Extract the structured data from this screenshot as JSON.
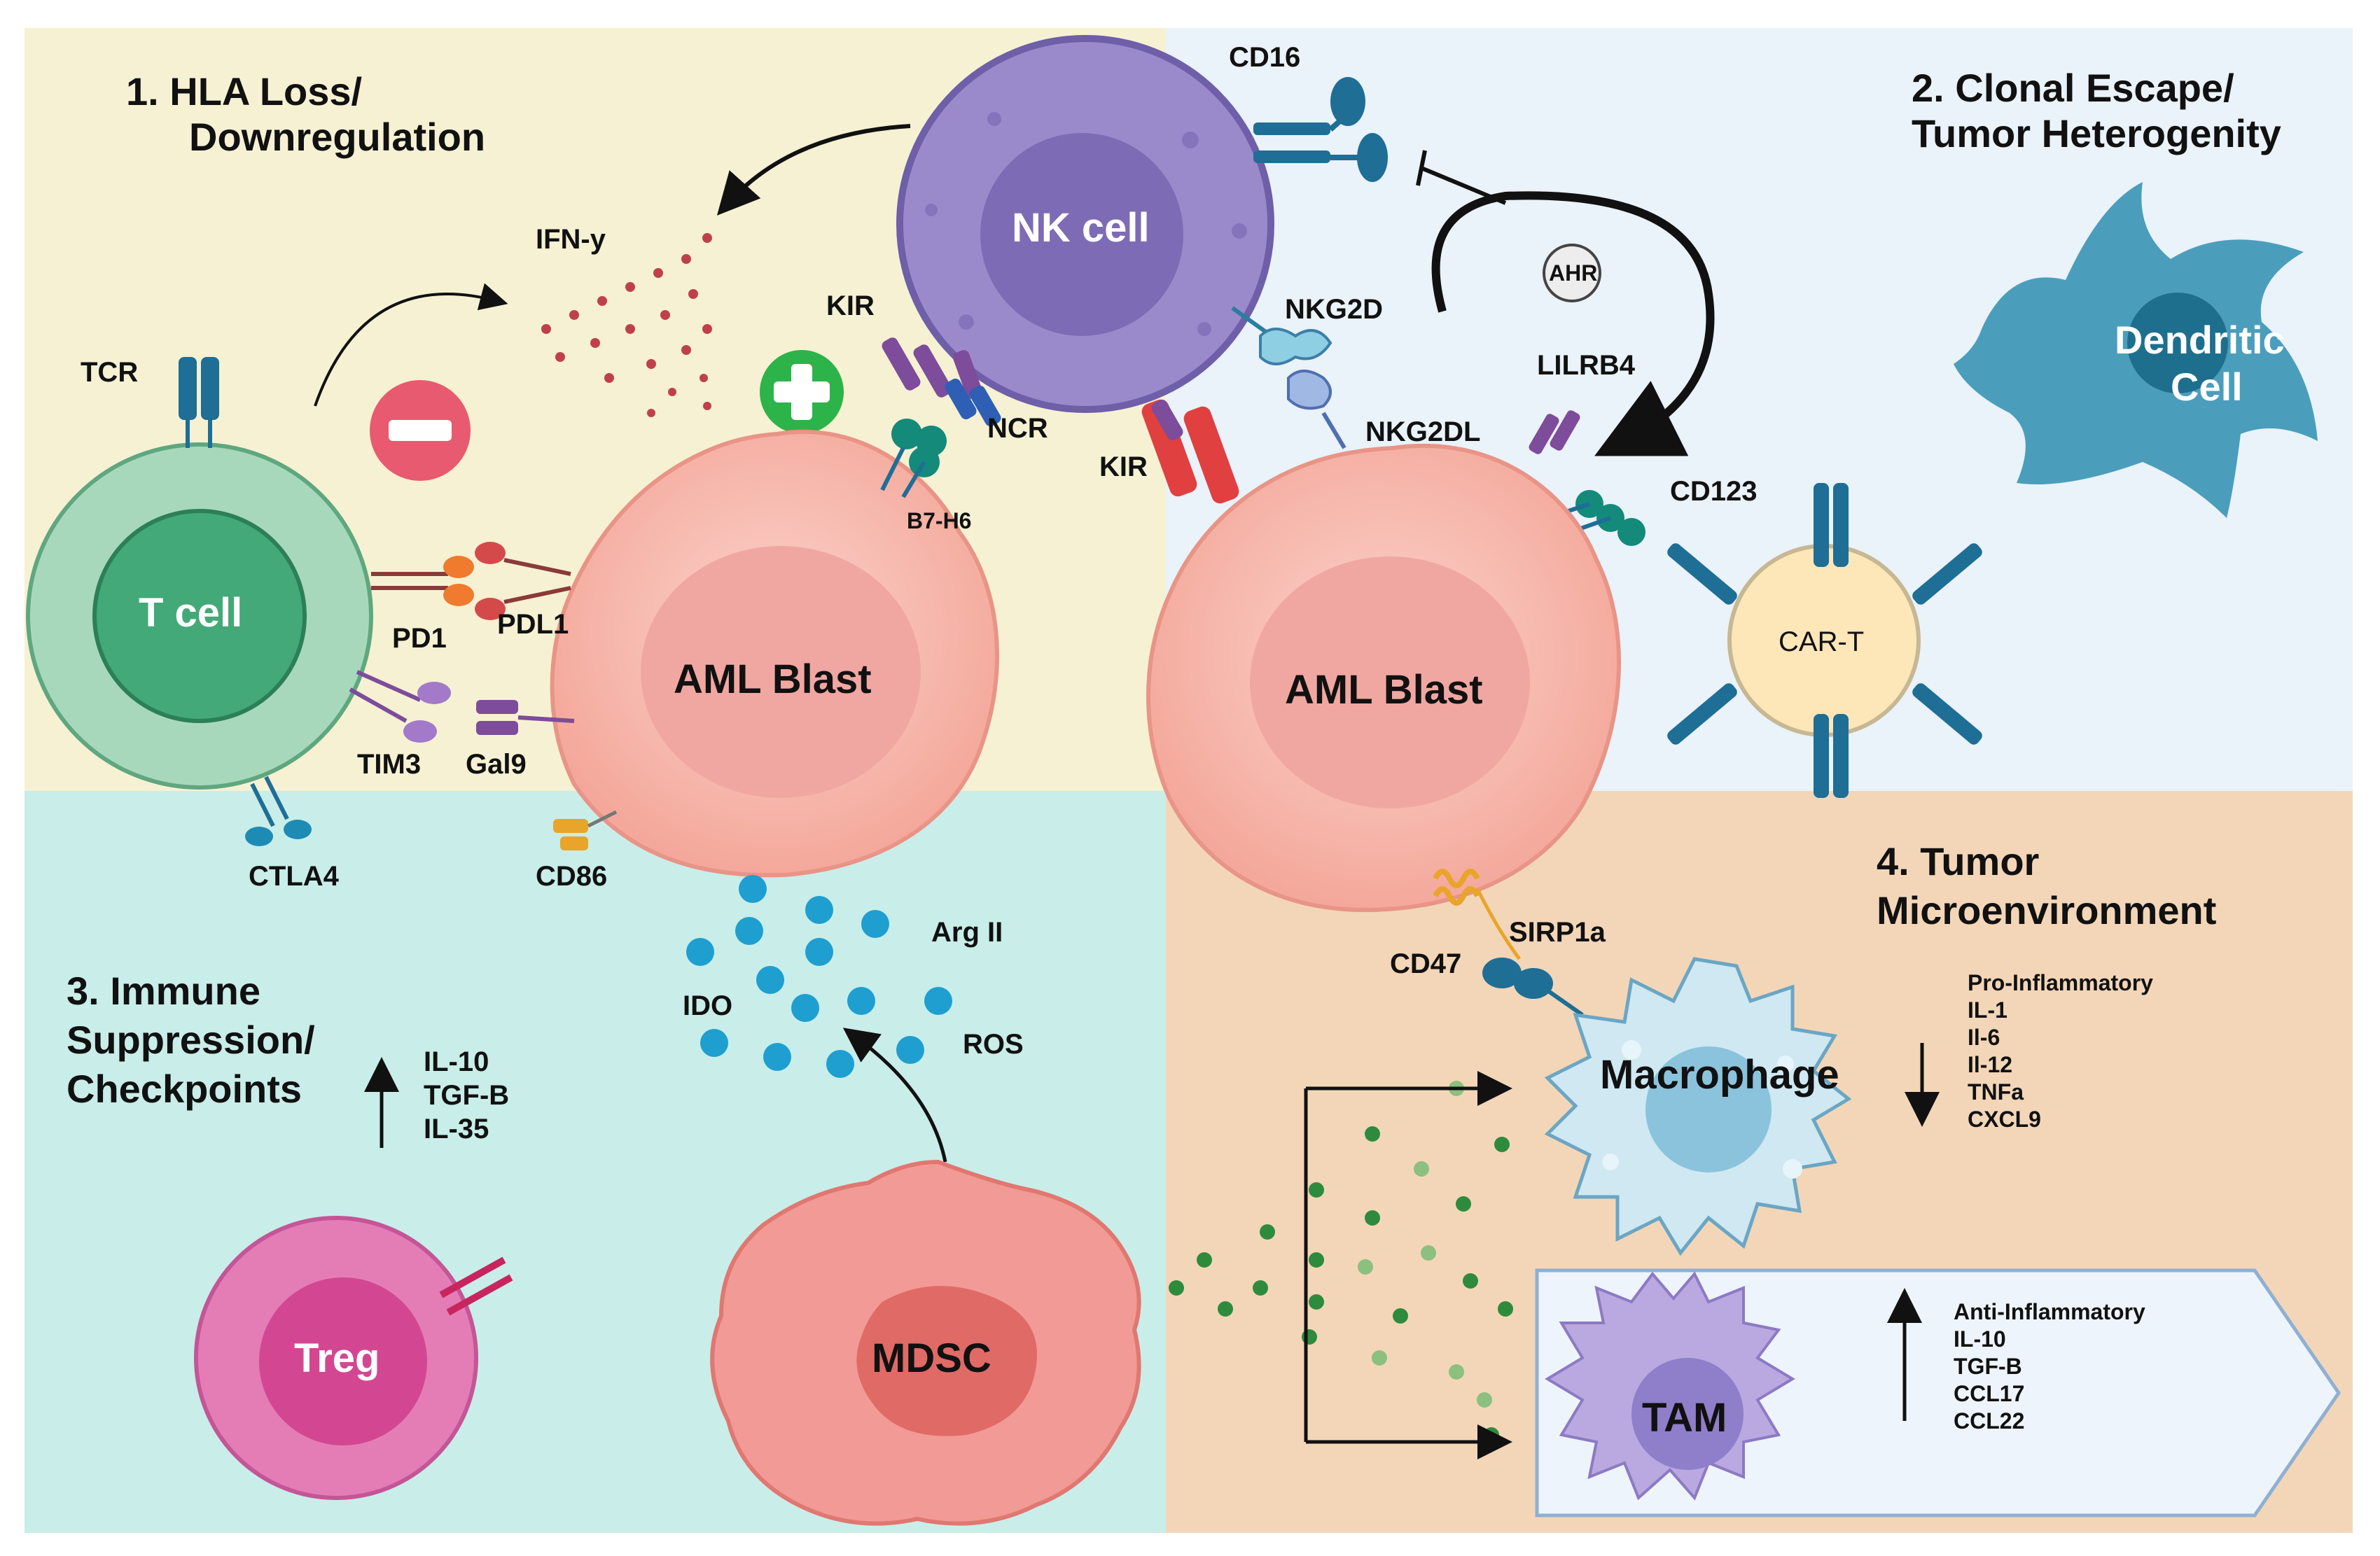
{
  "sections": {
    "s1_line1": "1.   HLA Loss/",
    "s1_line2": "Downregulation",
    "s2_line1": "2. Clonal Escape/",
    "s2_line2": "Tumor Heterogenity",
    "s3_line1": "3. Immune",
    "s3_line2": "Suppression/",
    "s3_line3": "Checkpoints",
    "s4_line1": "4. Tumor",
    "s4_line2": "Microenvironment"
  },
  "cells": {
    "nk": "NK cell",
    "tcell": "T cell",
    "aml1": "AML Blast",
    "aml2": "AML Blast",
    "dc_line1": "Dendritic",
    "dc_line2": "Cell",
    "cart": "CAR-T",
    "macrophage": "Macrophage",
    "tam": "TAM",
    "treg": "Treg",
    "mdsc": "MDSC"
  },
  "labels": {
    "cd16": "CD16",
    "ifn": "IFN-y",
    "kir1": "KIR",
    "kir2": "KIR",
    "ncr": "NCR",
    "b7h6": "B7-H6",
    "nkg2d": "NKG2D",
    "nkg2dl": "NKG2DL",
    "lilrb4": "LILRB4",
    "ahr": "AHR",
    "tcr": "TCR",
    "pd1": "PD1",
    "pdl1": "PDL1",
    "tim3": "TIM3",
    "gal9": "Gal9",
    "ctla4": "CTLA4",
    "cd86": "CD86",
    "cd123": "CD123",
    "cd47": "CD47",
    "sirp1a": "SIRP1a",
    "arg2": "Arg II",
    "ido": "IDO",
    "ros": "ROS"
  },
  "lists": {
    "treg_cytokines": [
      "IL-10",
      "TGF-B",
      "IL-35"
    ],
    "pro": [
      "Pro-Inflammatory",
      "IL-1",
      "Il-6",
      "Il-12",
      "TNFa",
      "CXCL9"
    ],
    "anti": [
      "Anti-Inflammatory",
      "IL-10",
      "TGF-B",
      "CCL17",
      "CCL22"
    ]
  },
  "colors": {
    "panel1": "#F6F1D3",
    "panel2": "#EAF2FA",
    "panel3": "#C9EDE9",
    "panel4": "#F3D6B8",
    "nk": "#9B8ACB",
    "tcell": "#7CC4A0",
    "aml": "#F7B9AE",
    "dc": "#4A9EBB",
    "macrophage": "#CFE8F2",
    "tam": "#B9A9E0",
    "treg": "#E47DB6",
    "mdsc": "#F29A95"
  }
}
